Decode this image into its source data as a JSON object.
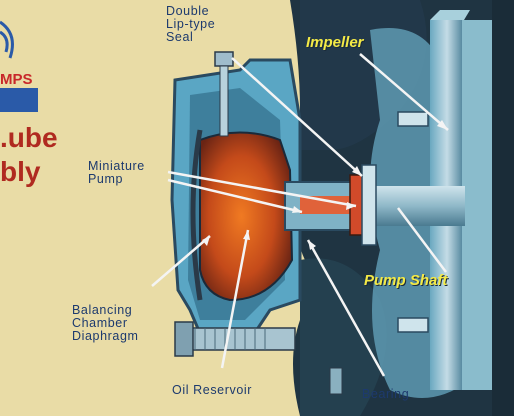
{
  "branding": {
    "logo_text": "MPS",
    "title_line1": ".ube",
    "title_line2": "bly",
    "colors": {
      "logo_red": "#c8282a",
      "logo_blue": "#2a5aa8",
      "title_red": "#b02a20"
    }
  },
  "diagram": {
    "labels": {
      "seal": "Double\nLip-type\nSeal",
      "impeller": "Impeller",
      "miniature_pump": "Miniature\nPump",
      "pump_shaft": "Pump Shaft",
      "balancing_chamber": "Balancing\nChamber\nDiaphragm",
      "oil_reservoir": "Oil Reservoir",
      "bearing": "Bearing"
    },
    "colors": {
      "background": "#e9dca6",
      "housing_blue": "#5aa6c4",
      "housing_dark": "#2a4a60",
      "casing_dark": "#1f3442",
      "oil_orange": "#d85a1a",
      "label_text": "#1d3a6e",
      "label_highlight": "#f4ea46"
    }
  }
}
